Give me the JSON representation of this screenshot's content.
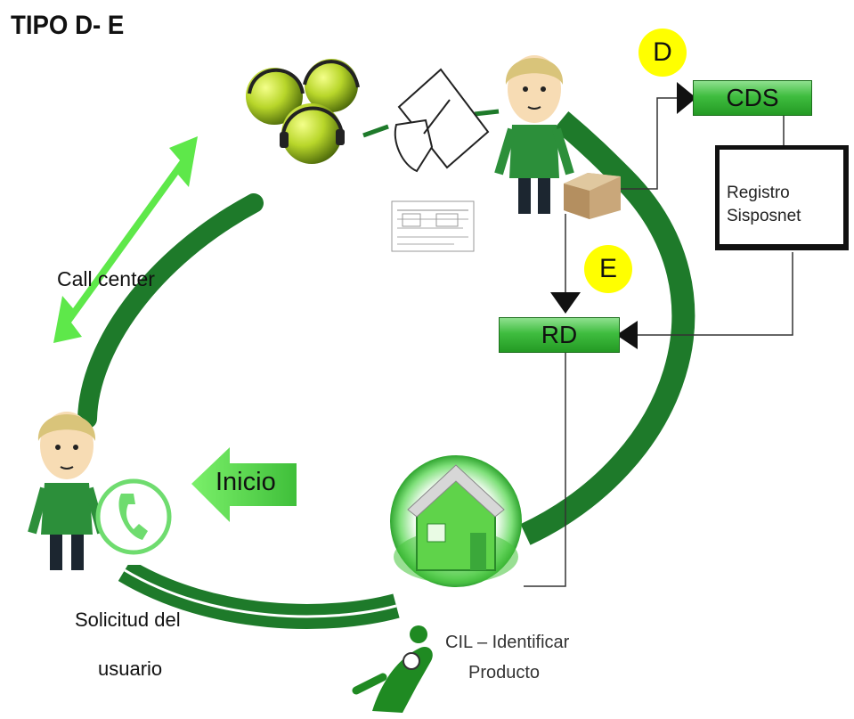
{
  "title": "TIPO  D- E",
  "labels": {
    "call_center": "Call center",
    "inicio": "Inicio",
    "solicitud_line1": "Solicitud del",
    "solicitud_line2": "usuario",
    "cil_line1": "CIL – Identificar",
    "cil_line2": "Producto",
    "registro_line1": "Registro",
    "registro_line2": "Sisposnet"
  },
  "boxes": {
    "cds": "CDS",
    "rd": "RD"
  },
  "tags": {
    "d": "D",
    "e": "E"
  },
  "colors": {
    "cycle_green": "#1e7a2a",
    "light_green": "#66e052",
    "tag_yellow": "#ffff00"
  }
}
